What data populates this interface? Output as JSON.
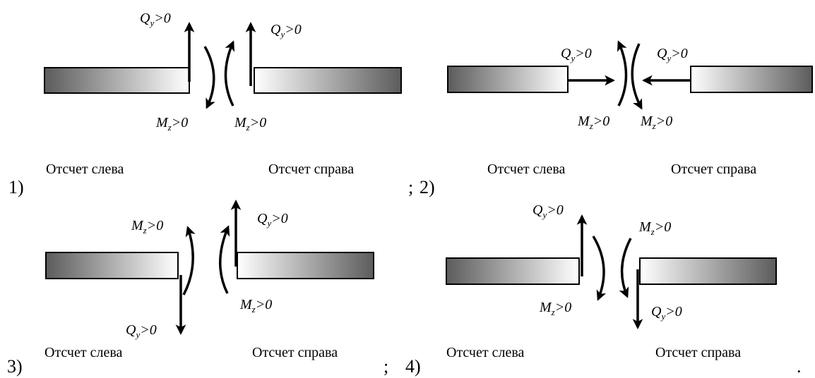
{
  "colors": {
    "bar_dark": "#5c5c5c",
    "bar_light": "#ffffff",
    "stroke": "#000000"
  },
  "labels": {
    "left": "Отсчет слева",
    "right": "Отсчет справа",
    "Q_main": "Q",
    "Q_sub": "y",
    "Q_cond": ">0",
    "M_main": "M",
    "M_sub": "z",
    "M_cond": ">0"
  },
  "options": [
    {
      "num": "1)"
    },
    {
      "sep": ";",
      "num": "2)"
    },
    {
      "num": "3)"
    },
    {
      "sep": ";",
      "num": "4)",
      "end": "."
    }
  ]
}
